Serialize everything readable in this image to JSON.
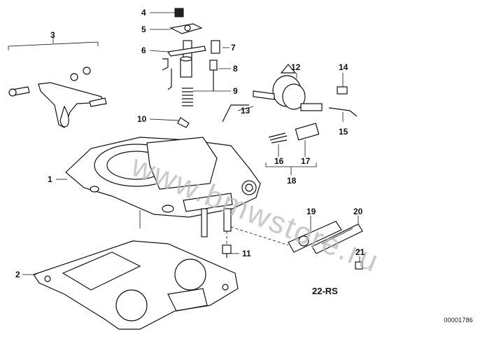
{
  "callouts": [
    "1",
    "2",
    "3",
    "4",
    "5",
    "6",
    "7",
    "8",
    "9",
    "10",
    "11",
    "12",
    "13",
    "14",
    "15",
    "16",
    "17",
    "18",
    "19",
    "20",
    "21"
  ],
  "group_code": "22-RS",
  "diagram_id": "00001786",
  "watermark": "www.bmwstore.ru"
}
